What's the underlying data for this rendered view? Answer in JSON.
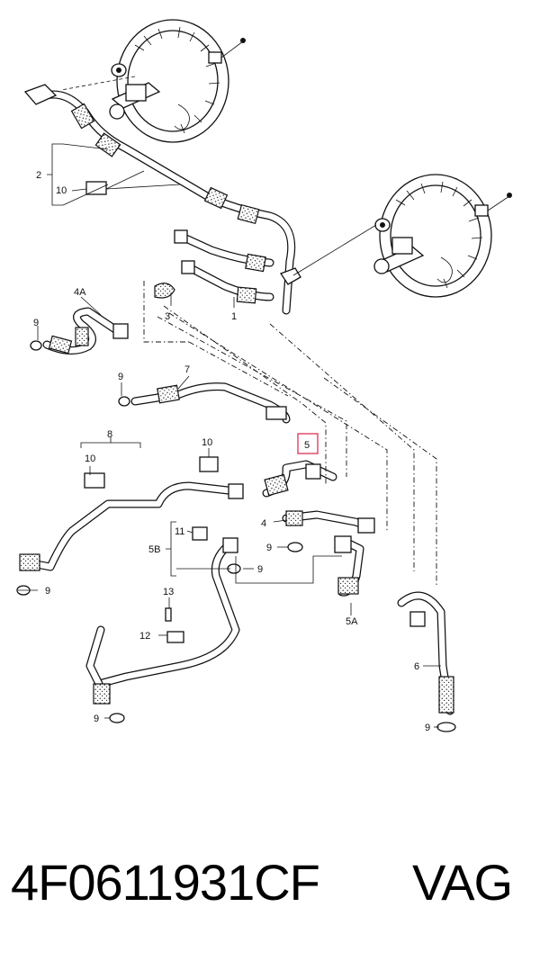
{
  "callouts": {
    "c1": "1",
    "c2": "2",
    "c3": "3",
    "c4": "4",
    "c4a": "4A",
    "c5": "5",
    "c5a": "5A",
    "c5b": "5B",
    "c6": "6",
    "c7": "7",
    "c8": "8",
    "c9": "9",
    "c10": "10",
    "c11": "11",
    "c12": "12",
    "c13": "13"
  },
  "highlight_color": "#e04060",
  "footer": {
    "part_number": "4F0611931CF",
    "brand": "VAG"
  }
}
